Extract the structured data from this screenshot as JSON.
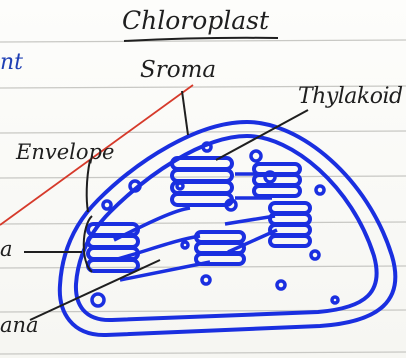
{
  "diagram": {
    "title": "Chloroplast",
    "labels": {
      "stroma": "Sroma",
      "thylakoid": "Thylakoid",
      "envelope": "Envelope",
      "left_top": "nt",
      "left_mid": "a",
      "left_bottom": "ana"
    }
  },
  "colors": {
    "ink_blue": "#1a2fe0",
    "ink_black": "#1f1f1f",
    "red_line": "#d63a2b",
    "rule_line": "#c8c8c4"
  }
}
